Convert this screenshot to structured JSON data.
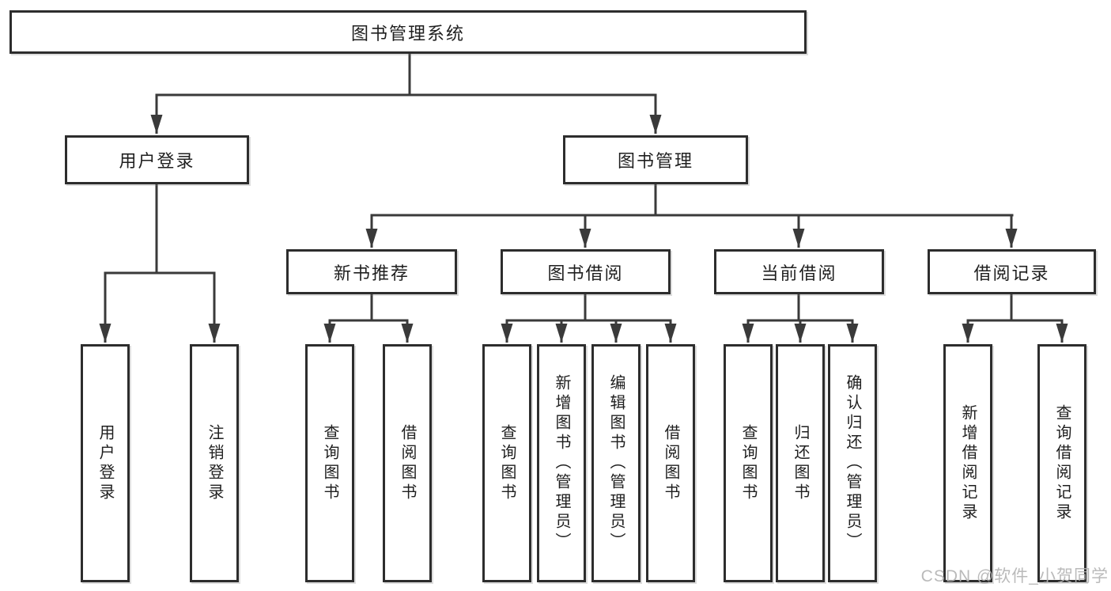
{
  "tree": {
    "root": {
      "label": "图书管理系统"
    },
    "branches": [
      {
        "label": "用户登录",
        "children": [
          {
            "label": "用户登录"
          },
          {
            "label": "注销登录"
          }
        ]
      },
      {
        "label": "图书管理",
        "sections": [
          {
            "label": "新书推荐",
            "children": [
              {
                "label": "查询图书"
              },
              {
                "label": "借阅图书"
              }
            ]
          },
          {
            "label": "图书借阅",
            "children": [
              {
                "label": "查询图书"
              },
              {
                "label": "新增图书（管理员）"
              },
              {
                "label": "编辑图书（管理员）"
              },
              {
                "label": "借阅图书"
              }
            ]
          },
          {
            "label": "当前借阅",
            "children": [
              {
                "label": "查询图书"
              },
              {
                "label": "归还图书"
              },
              {
                "label": "确认归还（管理员）"
              }
            ]
          },
          {
            "label": "借阅记录",
            "children": [
              {
                "label": "新增借阅记录"
              },
              {
                "label": "查询借阅记录"
              }
            ]
          }
        ]
      }
    ]
  },
  "watermark": {
    "text": "CSDN @软件_小贺同学"
  },
  "colors": {
    "line": "#3a3a3a",
    "border": "#2d2d2d",
    "text": "#1f1f1f",
    "watermark": "#b3b3b3",
    "background": "#ffffff"
  }
}
